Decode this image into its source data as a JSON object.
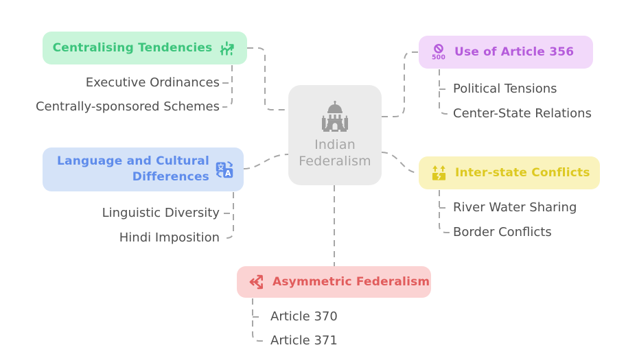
{
  "diagram": {
    "type": "mindmap",
    "background": "#ffffff",
    "connector_color": "#a6a6a6",
    "center": {
      "label": "Indian Federalism",
      "icon": "monument-icon",
      "bg": "#ebebeb",
      "fg": "#a6a6a6"
    },
    "branches": [
      {
        "label": "Centralising Tendencies",
        "icon": "trending-chart-icon",
        "bg": "#c9f5da",
        "fg": "#3cc47c",
        "position": "top-left",
        "children": [
          "Executive Ordinances",
          "Centrally-sponsored Schemes"
        ]
      },
      {
        "label": "Use of Article 356",
        "icon": "block-500-icon",
        "bg": "#f2d9fa",
        "fg": "#b55cdb",
        "position": "top-right",
        "children": [
          "Political Tensions",
          "Center-State Relations"
        ]
      },
      {
        "label": "Language and Cultural Differences",
        "icon": "translate-icon",
        "bg": "#d5e3f8",
        "fg": "#5f8ceb",
        "position": "middle-left",
        "children": [
          "Linguistic Diversity",
          "Hindi Imposition"
        ]
      },
      {
        "label": "Inter-state Conflicts",
        "icon": "broken-package-icon",
        "bg": "#faf3bd",
        "fg": "#ddc922",
        "position": "middle-right",
        "children": [
          "River Water Sharing",
          "Border Conflicts"
        ]
      },
      {
        "label": "Asymmetric Federalism",
        "icon": "scatter-arrows-icon",
        "bg": "#fbd3d3",
        "fg": "#e15c5c",
        "position": "bottom-center",
        "children": [
          "Article 370",
          "Article 371"
        ]
      }
    ]
  }
}
